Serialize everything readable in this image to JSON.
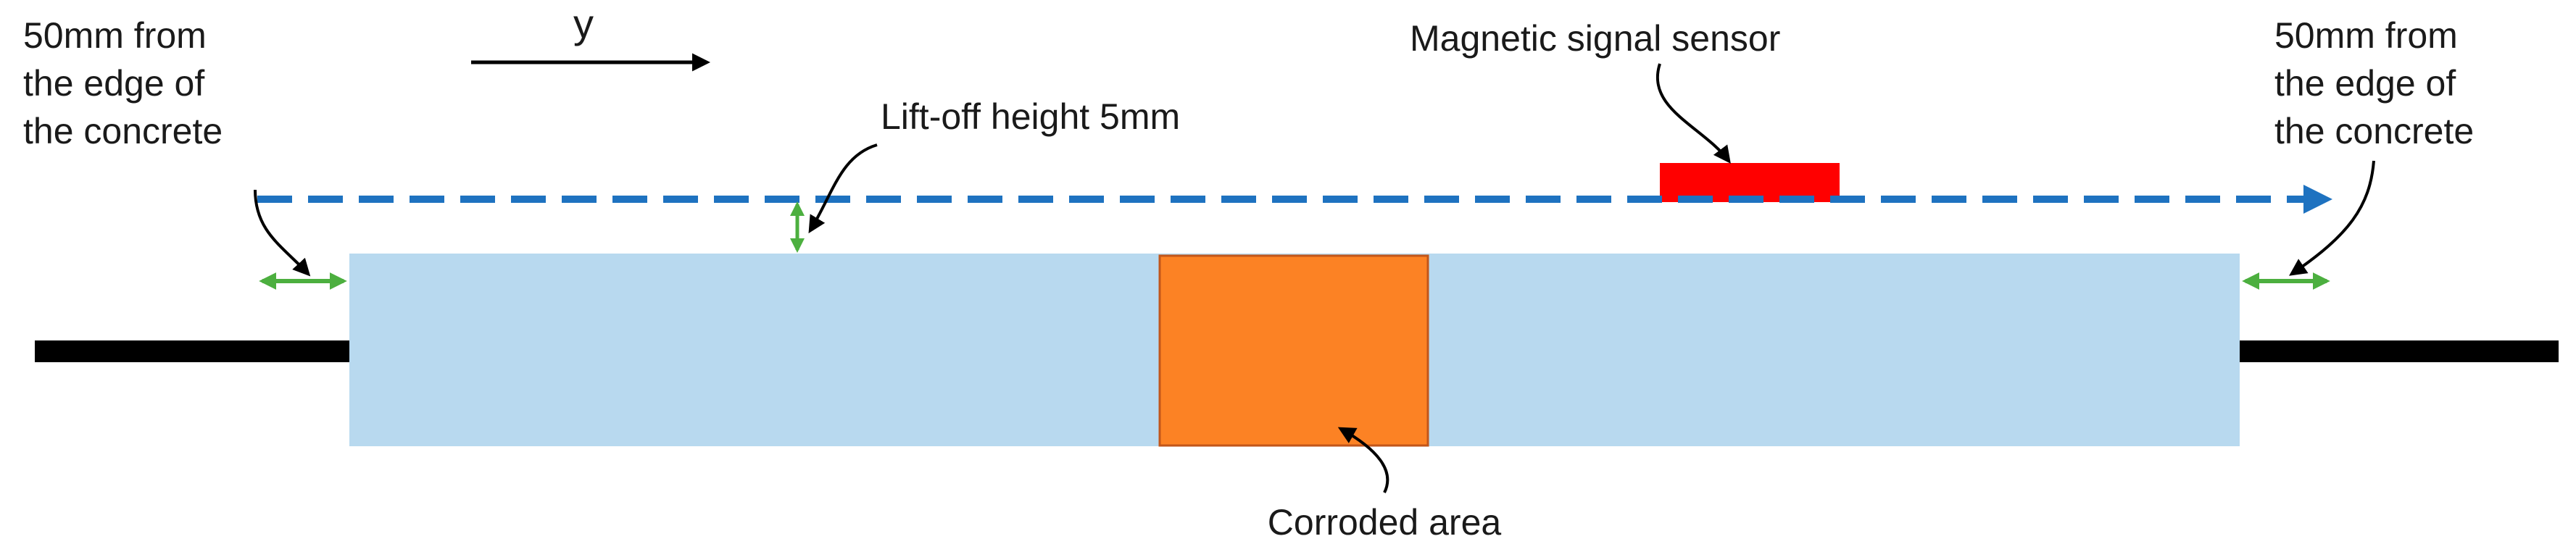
{
  "labels": {
    "axis": "y",
    "left_edge": [
      "50mm from",
      "the edge of",
      "the concrete"
    ],
    "right_edge": [
      "50mm from",
      "the edge of",
      "the concrete"
    ],
    "lift_off": "Lift-off height 5mm",
    "sensor": "Magnetic signal sensor",
    "corroded": "Corroded area"
  },
  "colors": {
    "concrete": "#b8d9ef",
    "corrosion_fill": "#fc8224",
    "corrosion_stroke": "#c2561a",
    "sensor": "#ff0000",
    "scan_path": "#1e72c0",
    "dimension_arrows": "#4caf3f",
    "rebar": "#000000",
    "pointer": "#000000"
  }
}
